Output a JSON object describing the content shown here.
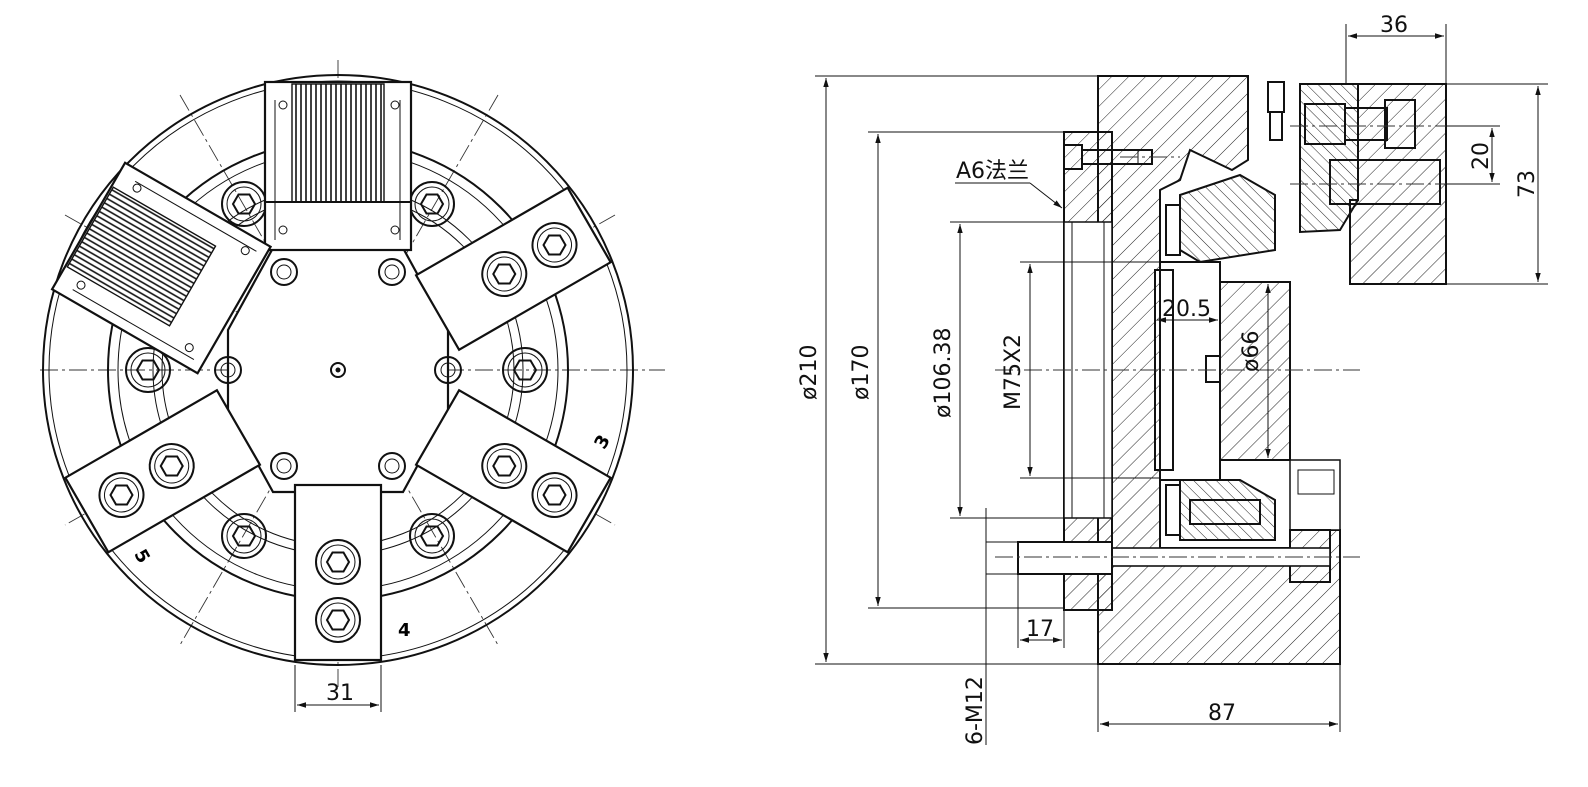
{
  "front_view": {
    "jaw_labels": [
      "3",
      "4",
      "5"
    ],
    "jaw_width_dim": "31"
  },
  "side_view": {
    "dims": {
      "d210": "ø210",
      "d170": "ø170",
      "d106": "ø106.38",
      "thread": "M75X2",
      "bore": "ø66",
      "bore_depth": "20.5",
      "top_width": "36",
      "step": "20",
      "height": "73",
      "flange_thick": "17",
      "length": "87",
      "bolts": "6-M12"
    },
    "flange_label": "A6法兰"
  },
  "colors": {
    "line": "#111111",
    "background": "#ffffff"
  }
}
